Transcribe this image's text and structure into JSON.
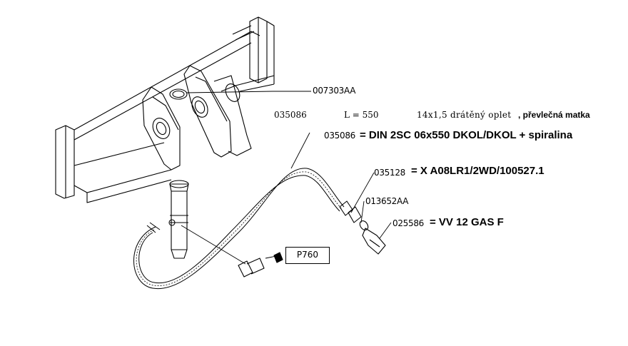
{
  "parts": {
    "p007303": "007303AA",
    "p035086_top": "035086",
    "length": "L = 550",
    "spec_small": "14x1,5 drátěný oplet",
    "spec_nut": ", převlečná matka",
    "p035086": "035086",
    "p035086_desc": "= DIN 2SC 06x550 DKOL/DKOL + spiralina",
    "p035128": "035128",
    "p035128_desc": "= X A08LR1/2WD/100527.1",
    "p013652": "013652AA",
    "p025586": "025586",
    "p025586_desc": "= VV 12 GAS F",
    "p760": "P760"
  }
}
